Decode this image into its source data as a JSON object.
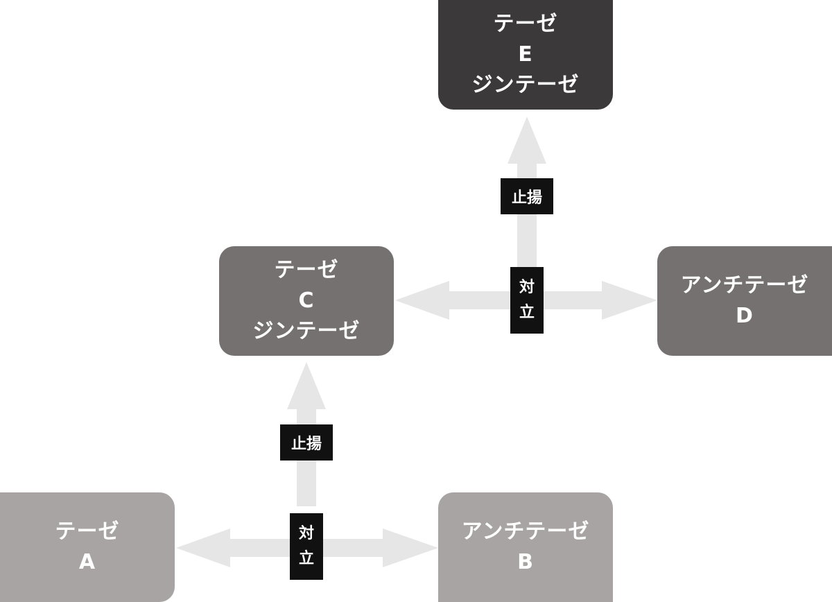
{
  "colors": {
    "arrow": "#e6e6e6",
    "node_light": "#a7a4a3",
    "node_mid": "#757170",
    "node_dark": "#3b3939",
    "label_bg": "#111111",
    "text": "#ffffff"
  },
  "nodes": {
    "a": {
      "line1": "テーゼ",
      "line2": "A"
    },
    "b": {
      "line1": "アンチテーゼ",
      "line2": "B"
    },
    "c": {
      "line1": "テーゼ",
      "line2": "C",
      "line3": "ジンテーゼ"
    },
    "d": {
      "line1": "アンチテーゼ",
      "line2": "D"
    },
    "e": {
      "line1": "テーゼ",
      "line2": "E",
      "line3": "ジンテーゼ"
    }
  },
  "labels": {
    "sublate": "止揚",
    "oppose_char1": "対",
    "oppose_char2": "立"
  }
}
